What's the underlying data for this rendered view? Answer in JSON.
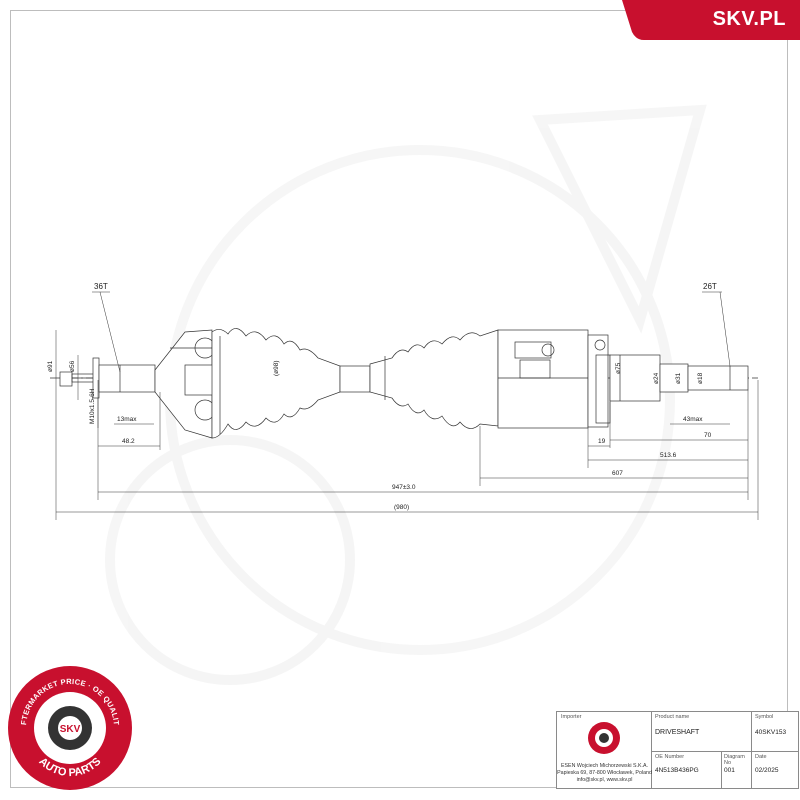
{
  "brand": {
    "logo_text": "SKV.PL",
    "color": "#c8102e"
  },
  "drawing": {
    "left_spline": "36T",
    "right_spline": "26T",
    "dimensions": {
      "d91": "ø91",
      "d56": "ø56",
      "thread": "M10x1.5-6H",
      "d98": "(ø98)",
      "d75": "ø75",
      "d24": "ø24",
      "d31": "ø31",
      "d18": "ø18",
      "l13max": "13max",
      "l48_2": "48.2",
      "l19": "19",
      "l43max": "43max",
      "l70": "70",
      "l513_6": "513.6",
      "l607": "607",
      "l947": "947±3.0",
      "l980": "(980)"
    }
  },
  "seal": {
    "ring_text": "AFTERMARKET PRICE · OE QUALITY",
    "bottom_text": "AUTO PARTS",
    "center_text": "SKV",
    "color": "#c8102e"
  },
  "title_block": {
    "importer_label": "Importer",
    "product_name_label": "Product name",
    "product_name": "DRIVESHAFT",
    "symbol_label": "Symbol",
    "symbol": "40SKV153",
    "oe_number_label": "OE Number",
    "oe_number": "4N513B436PG",
    "diagram_no_label": "Diagram No",
    "diagram_no": "001",
    "date_label": "Date",
    "date": "02/2025",
    "importer_line1": "ESEN Wojciech Michorzewski S.K.A.",
    "importer_line2": "Papieska 69, 87-800 Włocławek, Poland",
    "importer_line3": "info@skv.pl, www.skv.pl"
  }
}
